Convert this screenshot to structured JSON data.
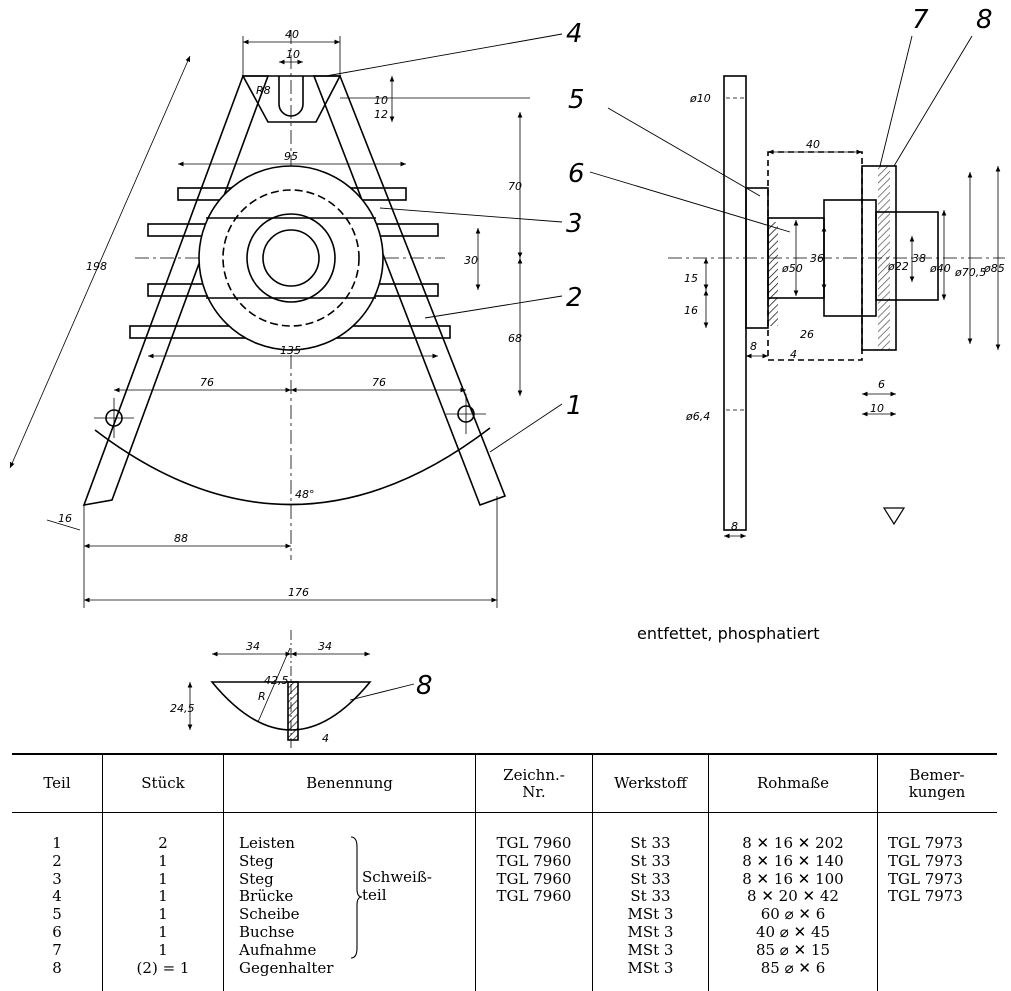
{
  "drawing": {
    "callouts": [
      "1",
      "2",
      "3",
      "4",
      "5",
      "6",
      "7",
      "8",
      "8"
    ],
    "front_view_dims": [
      "40",
      "10",
      "R8",
      "10",
      "12",
      "70",
      "95",
      "30",
      "68",
      "135",
      "76",
      "76",
      "198",
      "16",
      "88",
      "176",
      "48°"
    ],
    "side_view_dims": [
      "ø10",
      "40",
      "ø50",
      "36",
      "ø22",
      "38",
      "ø40",
      "ø70,5",
      "ø85",
      "15",
      "16",
      "26",
      "8",
      "4",
      "6",
      "10",
      "ø6,4",
      "8"
    ],
    "detail_dims": [
      "34",
      "34",
      "R",
      "42,5",
      "24,5",
      "4"
    ],
    "surface_note": "entfettet, phosphatiert"
  },
  "table": {
    "headers": {
      "teil": "Teil",
      "stueck": "Stück",
      "benennung": "Benennung",
      "zeichn_1": "Zeichn.-",
      "zeichn_2": "Nr.",
      "werkstoff": "Werkstoff",
      "rohmasse": "Rohmaße",
      "bem_1": "Bemer-",
      "bem_2": "kungen"
    },
    "weld_note_1": "Schweiß-",
    "weld_note_2": "teil",
    "rows": [
      {
        "teil": "1",
        "stueck": "2",
        "benennung": "Leisten",
        "zeichn": "TGL 7960",
        "werkstoff": "St 33",
        "rohmasse": "8 ✕ 16 ✕ 202",
        "bem": "TGL 7973"
      },
      {
        "teil": "2",
        "stueck": "1",
        "benennung": "Steg",
        "zeichn": "TGL 7960",
        "werkstoff": "St 33",
        "rohmasse": "8 ✕ 16 ✕ 140",
        "bem": "TGL 7973"
      },
      {
        "teil": "3",
        "stueck": "1",
        "benennung": "Steg",
        "zeichn": "TGL 7960",
        "werkstoff": "St 33",
        "rohmasse": "8 ✕ 16 ✕ 100",
        "bem": "TGL 7973"
      },
      {
        "teil": "4",
        "stueck": "1",
        "benennung": "Brücke",
        "zeichn": "TGL 7960",
        "werkstoff": "St 33",
        "rohmasse": "8 ✕ 20 ✕ 42",
        "bem": "TGL 7973"
      },
      {
        "teil": "5",
        "stueck": "1",
        "benennung": "Scheibe",
        "zeichn": "",
        "werkstoff": "MSt 3",
        "rohmasse": "60 ⌀ ✕ 6",
        "bem": ""
      },
      {
        "teil": "6",
        "stueck": "1",
        "benennung": "Buchse",
        "zeichn": "",
        "werkstoff": "MSt 3",
        "rohmasse": "40 ⌀ ✕ 45",
        "bem": ""
      },
      {
        "teil": "7",
        "stueck": "1",
        "benennung": "Aufnahme",
        "zeichn": "",
        "werkstoff": "MSt 3",
        "rohmasse": "85 ⌀ ✕ 15",
        "bem": ""
      },
      {
        "teil": "8",
        "stueck": "(2) = 1",
        "benennung": "Gegenhalter",
        "zeichn": "",
        "werkstoff": "MSt 3",
        "rohmasse": "85 ⌀ ✕ 6",
        "bem": ""
      }
    ]
  }
}
